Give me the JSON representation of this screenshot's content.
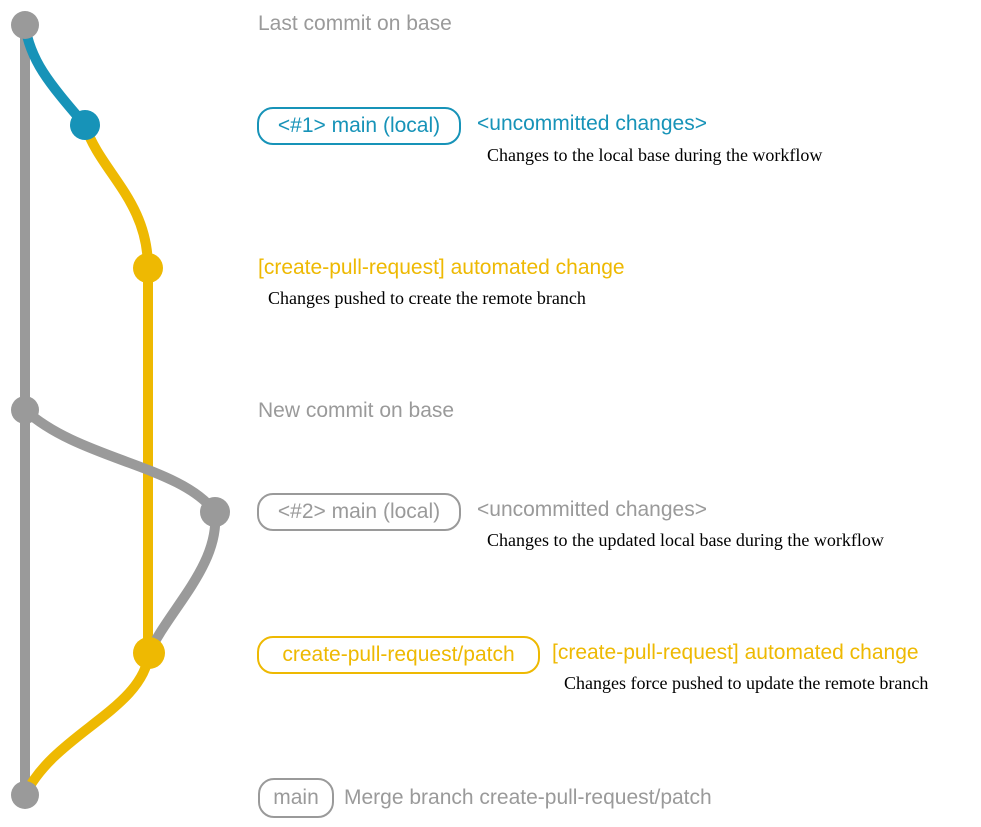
{
  "colors": {
    "gray": "#9a9a9a",
    "teal": "#1793b8",
    "yellow": "#eeb902",
    "black": "#000000"
  },
  "graph": {
    "base_branch": "base (gray line)",
    "commits": [
      {
        "name": "last-commit-on-base",
        "color": "gray"
      },
      {
        "name": "local-main-1",
        "color": "teal"
      },
      {
        "name": "automated-change-1",
        "color": "yellow"
      },
      {
        "name": "new-commit-on-base",
        "color": "gray"
      },
      {
        "name": "local-main-2",
        "color": "gray"
      },
      {
        "name": "automated-change-2",
        "color": "yellow"
      },
      {
        "name": "merge-commit",
        "color": "gray"
      }
    ]
  },
  "rows": {
    "last_commit": {
      "label": "Last commit on base"
    },
    "workflow1": {
      "badge": "<#1> main (local)",
      "status": "<uncommitted changes>",
      "description": "Changes to the local base during the workflow"
    },
    "push1": {
      "label": "[create-pull-request] automated change",
      "description": "Changes pushed to create the remote branch"
    },
    "new_commit": {
      "label": "New commit on base"
    },
    "workflow2": {
      "badge": "<#2> main (local)",
      "status": "<uncommitted changes>",
      "description": "Changes to the updated local base during the workflow"
    },
    "push2": {
      "badge": "create-pull-request/patch",
      "label": "[create-pull-request] automated change",
      "description": "Changes force pushed to update the remote branch"
    },
    "merge": {
      "badge": "main",
      "label": "Merge branch create-pull-request/patch"
    }
  }
}
